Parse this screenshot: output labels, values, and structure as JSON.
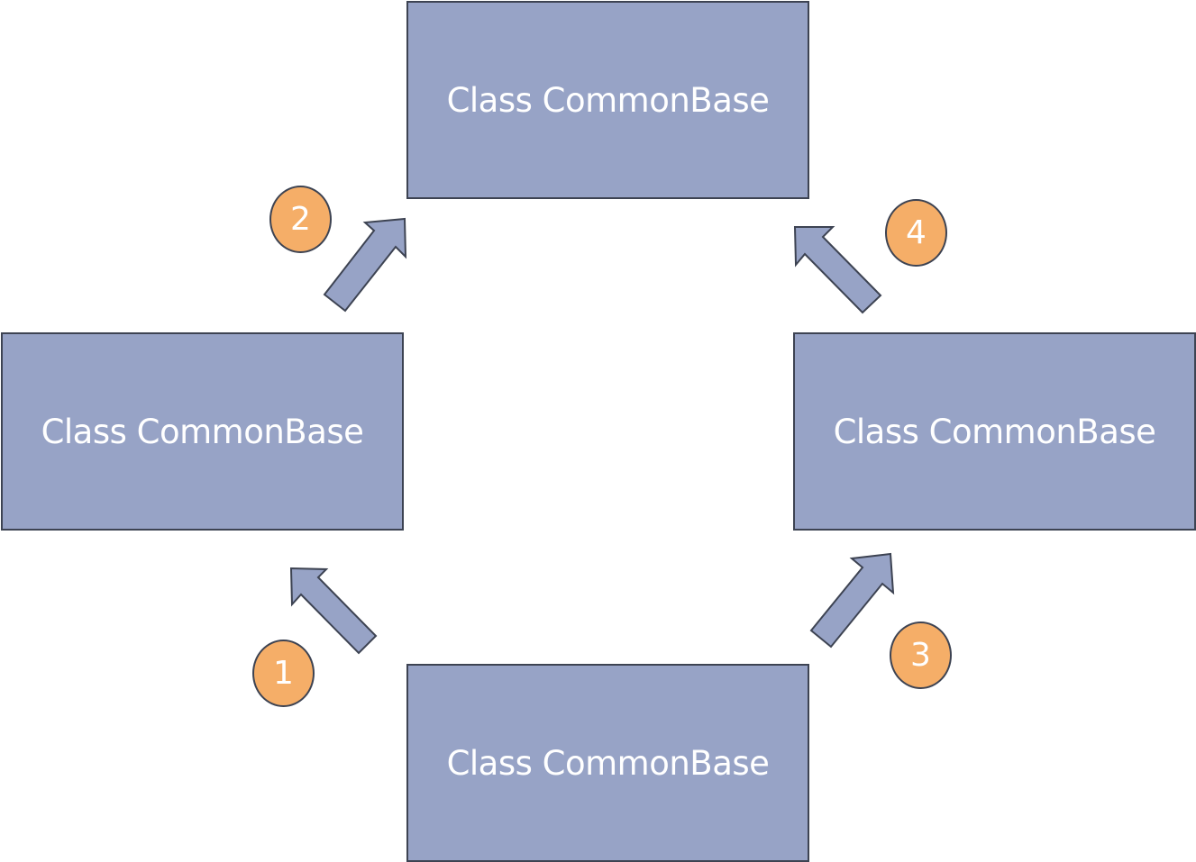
{
  "nodes": [
    {
      "id": "top",
      "label": "Class CommonBase"
    },
    {
      "id": "left",
      "label": "Class CommonBase"
    },
    {
      "id": "right",
      "label": "Class CommonBase"
    },
    {
      "id": "bottom",
      "label": "Class CommonBase"
    }
  ],
  "steps": [
    {
      "label": "1",
      "from": "bottom",
      "to": "left"
    },
    {
      "label": "2",
      "from": "left",
      "to": "top"
    },
    {
      "label": "3",
      "from": "bottom",
      "to": "right"
    },
    {
      "label": "4",
      "from": "right",
      "to": "top"
    }
  ],
  "colors": {
    "box_fill": "#97a3c6",
    "box_border": "#3d4352",
    "badge_fill": "#f5ae68",
    "text": "#ffffff"
  }
}
